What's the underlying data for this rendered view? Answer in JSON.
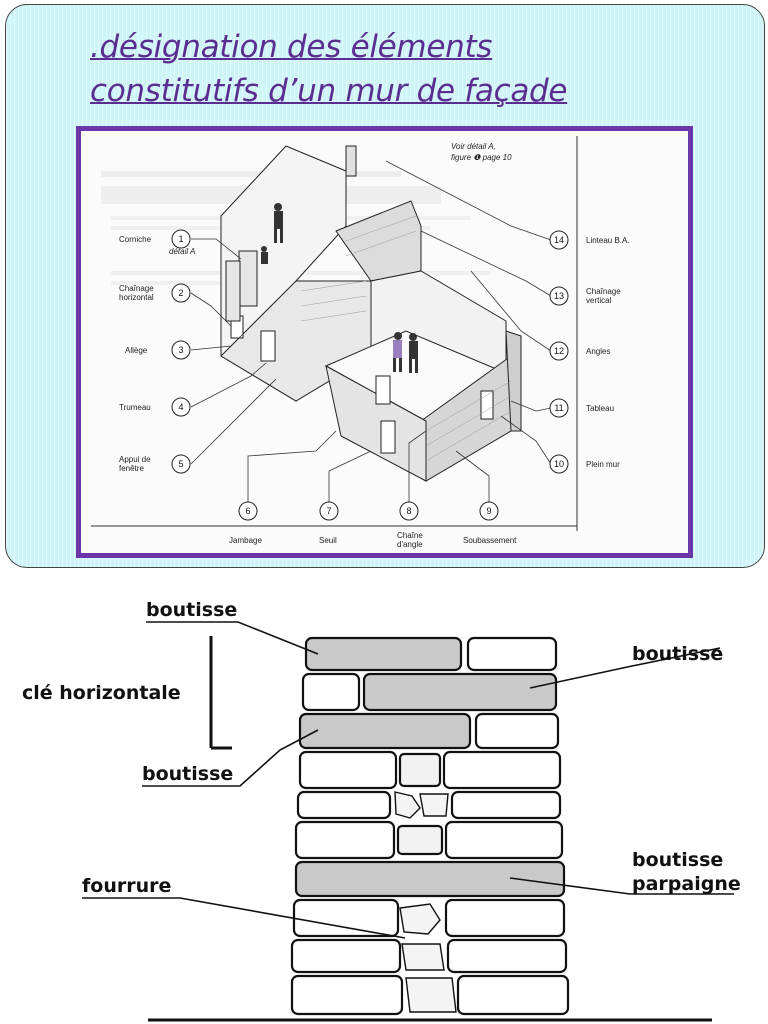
{
  "slide": {
    "title_line1": ".désignation des éléments",
    "title_line2": "constitutifs d’un mur de façade"
  },
  "diagram": {
    "ref_note_line1": "Voir détail A,",
    "ref_note_line2": "figure ❶ page 10",
    "detail_label": "détail A",
    "left_labels": [
      {
        "num": "1",
        "text": [
          "Corniche"
        ]
      },
      {
        "num": "2",
        "text": [
          "Chaînage",
          "horizontal"
        ]
      },
      {
        "num": "3",
        "text": [
          "Allège"
        ]
      },
      {
        "num": "4",
        "text": [
          "Trumeau"
        ]
      },
      {
        "num": "5",
        "text": [
          "Appui de",
          "fenêtre"
        ]
      }
    ],
    "bottom_labels": [
      {
        "num": "6",
        "text": [
          "Jambage"
        ]
      },
      {
        "num": "7",
        "text": [
          "Seuil"
        ]
      },
      {
        "num": "8",
        "text": [
          "Chaîne",
          "d'angle"
        ]
      },
      {
        "num": "9",
        "text": [
          "Soubassement"
        ]
      }
    ],
    "right_labels": [
      {
        "num": "14",
        "text": [
          "Linteau B.A."
        ]
      },
      {
        "num": "13",
        "text": [
          "Chaînage",
          "vertical"
        ]
      },
      {
        "num": "12",
        "text": [
          "Angles"
        ]
      },
      {
        "num": "11",
        "text": [
          "Tableau"
        ]
      },
      {
        "num": "10",
        "text": [
          "Plein mur"
        ]
      }
    ]
  },
  "wall": {
    "label_boutisse_top": "boutisse",
    "label_boutisse_right": "boutisse",
    "label_cle": "clé horizontale",
    "label_boutisse_left": "boutisse",
    "label_boutisse_parpaigne_1": "boutisse",
    "label_boutisse_parpaigne_2": "parpaigne",
    "label_fourrure": "fourrure"
  }
}
